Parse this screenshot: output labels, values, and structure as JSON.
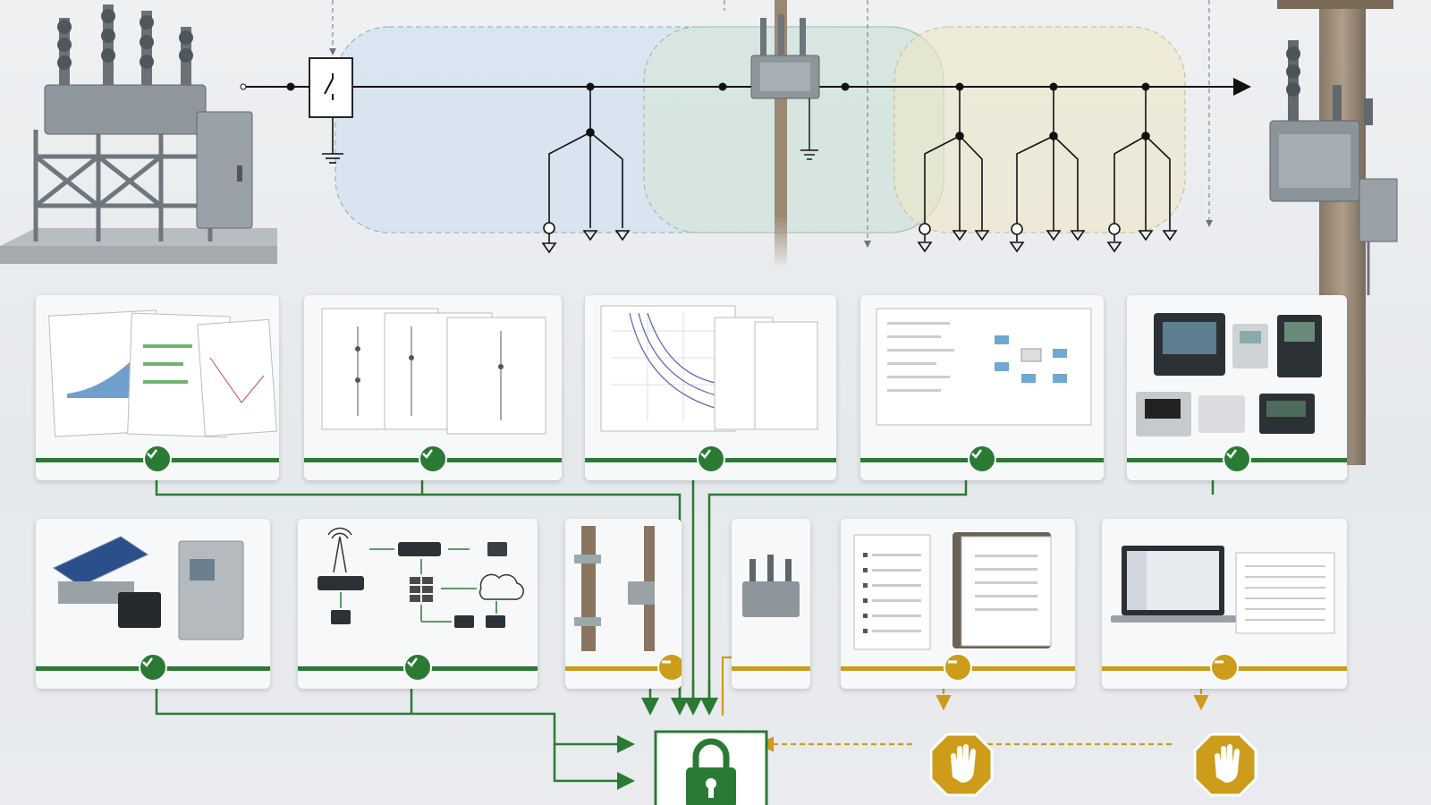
{
  "colors": {
    "approved": "#2b7a34",
    "pending": "#cc9c1a",
    "zone_blue": "#c9dcef",
    "zone_green": "#d5e6d5",
    "zone_yellow": "#efe6c8",
    "line": "#111111"
  },
  "equipment": [
    {
      "name": "substation-recloser-structure"
    },
    {
      "name": "pole-mounted-recloser"
    },
    {
      "name": "pole-mounted-transformer"
    }
  ],
  "cards_top": [
    {
      "id": "study-reports",
      "status": "approved",
      "icon": "check-icon"
    },
    {
      "id": "single-line-drawings",
      "status": "approved",
      "icon": "check-icon"
    },
    {
      "id": "protection-curves",
      "status": "approved",
      "icon": "check-icon"
    },
    {
      "id": "logic-schematic",
      "status": "approved",
      "icon": "check-icon"
    },
    {
      "id": "relay-controllers",
      "status": "approved",
      "icon": "check-icon"
    }
  ],
  "cards_bottom": [
    {
      "id": "power-supply-solar-battery",
      "status": "approved",
      "icon": "check-icon"
    },
    {
      "id": "communications-network",
      "status": "approved",
      "icon": "check-icon"
    },
    {
      "id": "pole-hardware",
      "status": "pending",
      "icon": "minus-icon"
    },
    {
      "id": "field-equipment",
      "status": "none",
      "icon": ""
    },
    {
      "id": "test-checklists",
      "status": "pending",
      "icon": "minus-icon"
    },
    {
      "id": "software-settings",
      "status": "pending",
      "icon": "minus-icon"
    }
  ],
  "gate": {
    "icon": "padlock-icon",
    "state": "locked"
  },
  "blockers": [
    {
      "icon": "stop-hand-icon"
    },
    {
      "icon": "stop-hand-icon"
    }
  ]
}
